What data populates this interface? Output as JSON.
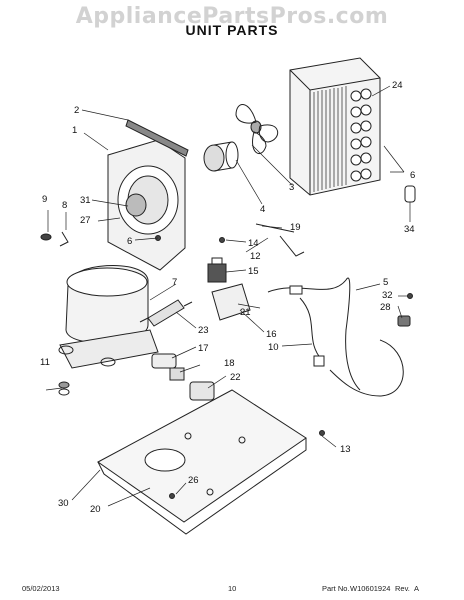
{
  "watermark": "AppliancePartsPros.com",
  "title": "UNIT PARTS",
  "callouts": [
    "1",
    "2",
    "3",
    "4",
    "5",
    "6",
    "6",
    "7",
    "8",
    "9",
    "10",
    "11",
    "12",
    "13",
    "14",
    "15",
    "16",
    "17",
    "18",
    "19",
    "20",
    "21",
    "22",
    "23",
    "24",
    "26",
    "27",
    "28",
    "30",
    "31",
    "32",
    "34"
  ],
  "footer": {
    "date": "05/02/2013",
    "page": "10",
    "part_label": "Part No.",
    "part_number": "W10601924",
    "rev_label": "Rev.",
    "rev": "A"
  }
}
